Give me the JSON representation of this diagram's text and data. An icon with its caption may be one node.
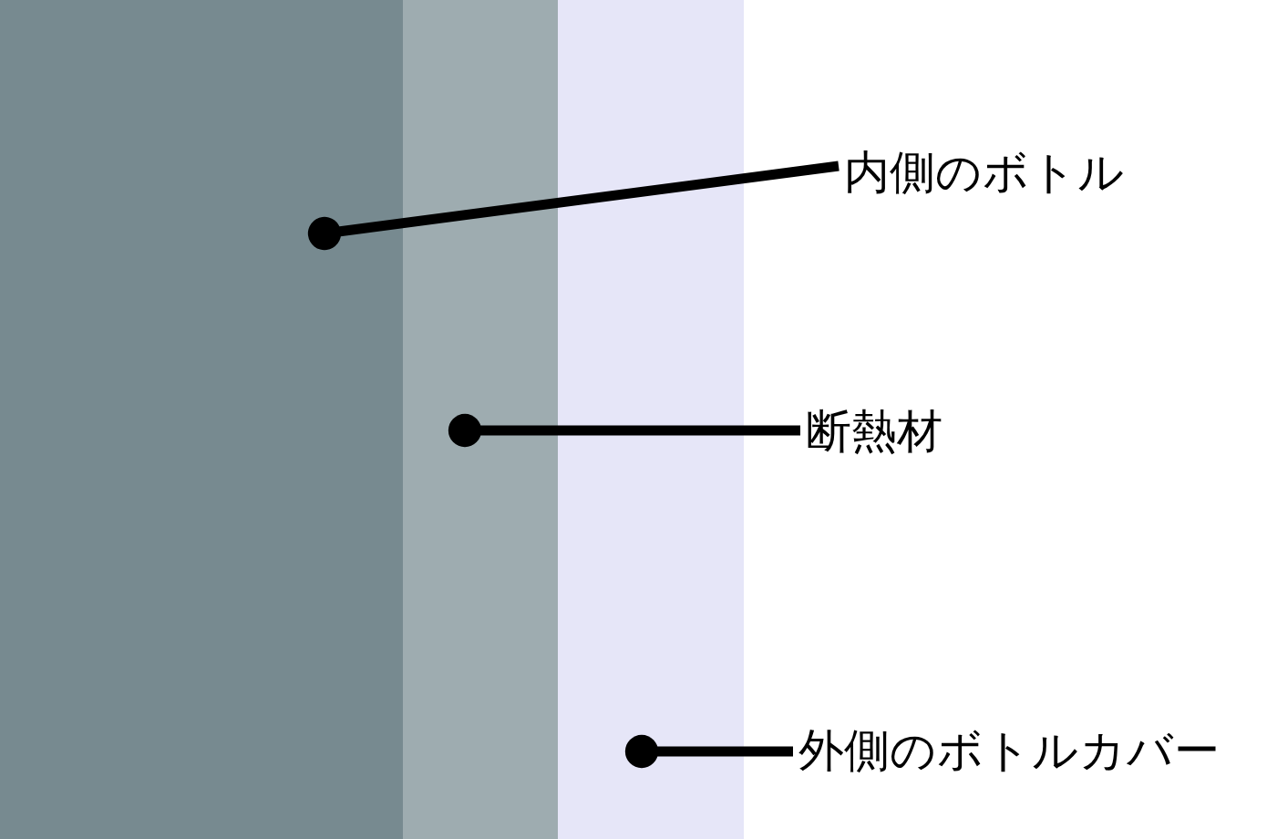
{
  "diagram": {
    "nodes": [
      {
        "text": [],
        "shape": "box"
      },
      {
        "text": [],
        "shape": "box"
      },
      {
        "text": [],
        "shape": "box"
      },
      {
        "text": [
          "内側のボトル"
        ]
      },
      {
        "text": [
          "断熱材"
        ]
      },
      {
        "text": [
          "外側のボトルカバー"
        ]
      }
    ],
    "edges": [
      {
        "from": 3,
        "to": 0,
        "arrow": "other"
      },
      {
        "from": 4,
        "to": 1,
        "arrow": "other"
      },
      {
        "from": 5,
        "to": 2,
        "arrow": "other"
      }
    ]
  }
}
